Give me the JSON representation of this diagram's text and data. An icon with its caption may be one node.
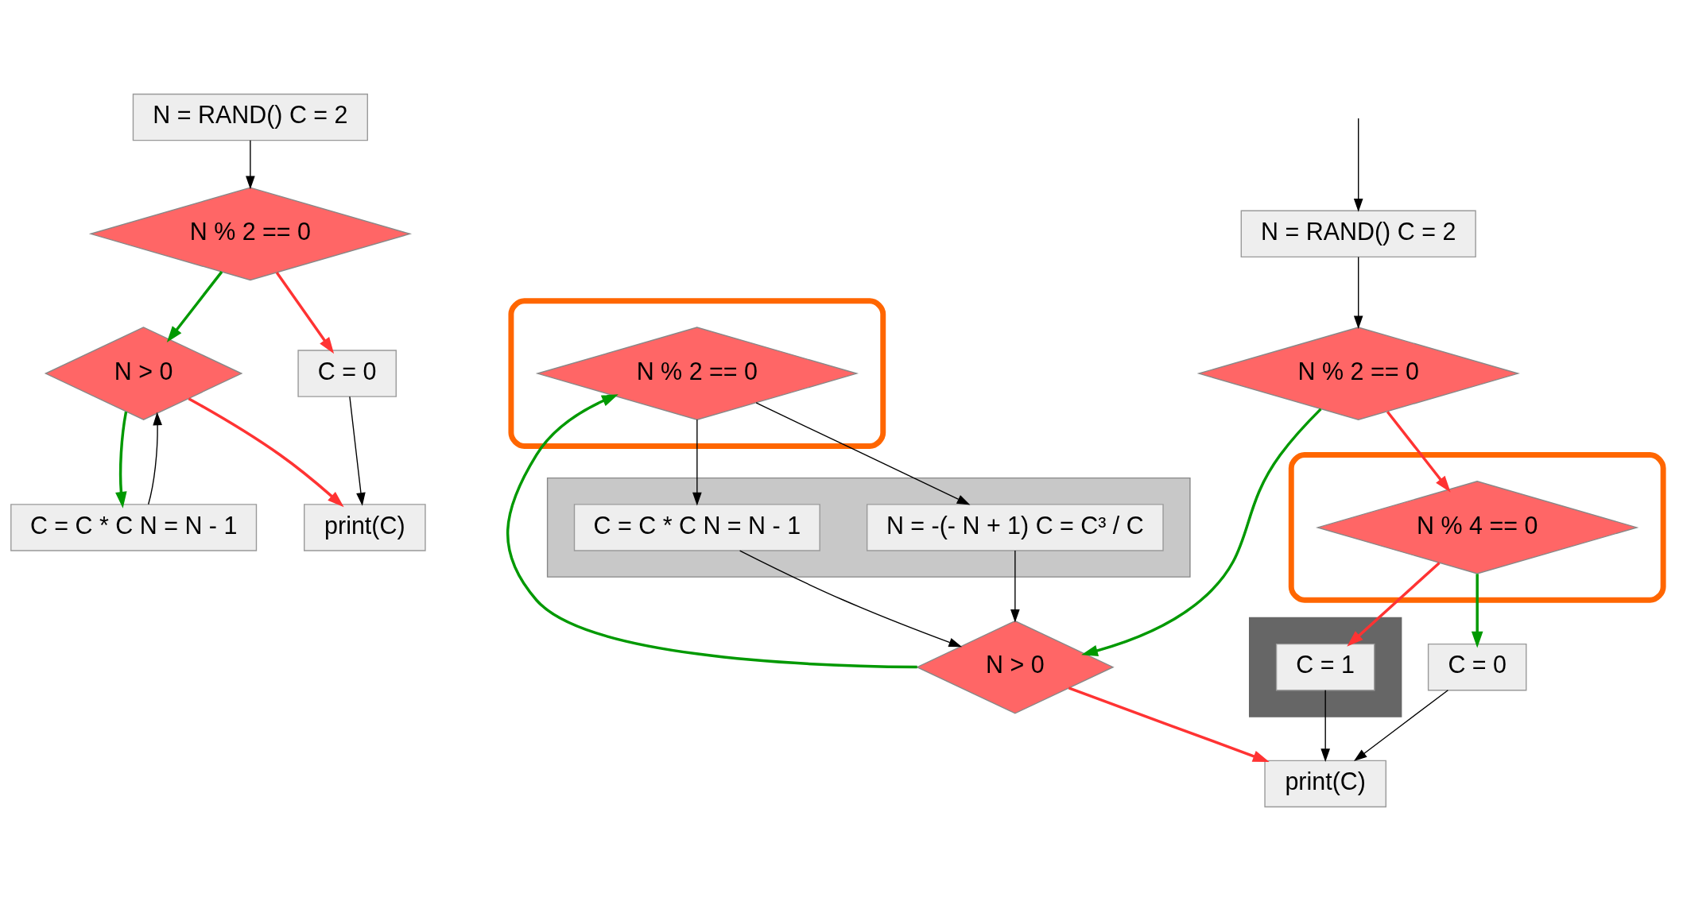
{
  "diagram": {
    "nodes": [
      {
        "text": [
          "N = RAND() C = 2"
        ]
      },
      {
        "text": [
          "N % 2 == 0"
        ]
      },
      {
        "text": [
          "N > 0"
        ]
      },
      {
        "text": [
          "C = 0"
        ]
      },
      {
        "text": [
          "C = C * C N = N - 1"
        ]
      },
      {
        "text": [
          "print(C)"
        ]
      },
      {
        "text": [
          "N = RAND() C = 2"
        ]
      },
      {
        "text": [
          "N % 2 == 0"
        ]
      },
      {
        "text": [],
        "shape": "box"
      },
      {
        "text": [
          "N % 4 == 0"
        ],
        "in": 8
      },
      {
        "text": [],
        "shape": "box"
      },
      {
        "text": [
          "C = 1"
        ],
        "in": 10
      },
      {
        "text": [
          "C = 0"
        ]
      },
      {
        "text": [
          "print(C)"
        ]
      },
      {
        "text": [
          "N > 0"
        ]
      },
      {
        "text": [],
        "shape": "box"
      },
      {
        "text": [
          "N % 2 == 0"
        ],
        "in": 15
      },
      {
        "text": [],
        "shape": "box"
      },
      {
        "text": [
          "N = -(- N + 1) C = C³ / C"
        ],
        "in": 17
      },
      {
        "text": [
          "C = C * C N = N - 1"
        ],
        "in": 17
      }
    ],
    "edges": [
      {
        "from": 0,
        "to": 1,
        "arrow": "to"
      },
      {
        "from": 1,
        "to": 3,
        "arrow": "to",
        "color": "#ff3333"
      },
      {
        "from": 1,
        "to": 2,
        "arrow": "to",
        "color": "#009900"
      },
      {
        "from": 2,
        "to": 5,
        "arrow": "to",
        "color": "#ff3333"
      },
      {
        "from": 2,
        "to": 4,
        "arrow": "to",
        "color": "#009900"
      },
      {
        "from": 4,
        "to": 2,
        "arrow": "to"
      },
      {
        "from": 3,
        "to": 5,
        "arrow": "to"
      },
      {
        "from": null,
        "to": 6,
        "arrow": "to"
      },
      {
        "from": 6,
        "to": 7,
        "arrow": "to"
      },
      {
        "from": 7,
        "to": 9,
        "arrow": "to",
        "color": "#ff3333"
      },
      {
        "from": 7,
        "to": 14,
        "arrow": "to",
        "color": "#009900"
      },
      {
        "from": 9,
        "to": 11,
        "arrow": "to",
        "color": "#ff3333"
      },
      {
        "from": 9,
        "to": 12,
        "arrow": "to",
        "color": "#009900"
      },
      {
        "from": 11,
        "to": 13,
        "arrow": "to"
      },
      {
        "from": 12,
        "to": 13,
        "arrow": "to"
      },
      {
        "from": 14,
        "to": 13,
        "arrow": "to",
        "color": "#ff3333"
      },
      {
        "from": 14,
        "to": 16,
        "arrow": "to",
        "color": "#009900"
      },
      {
        "from": 16,
        "to": 18,
        "arrow": "to"
      },
      {
        "from": 16,
        "to": 19,
        "arrow": "to"
      },
      {
        "from": 18,
        "to": 14,
        "arrow": "to"
      },
      {
        "from": 19,
        "to": 14,
        "arrow": "to"
      }
    ]
  }
}
